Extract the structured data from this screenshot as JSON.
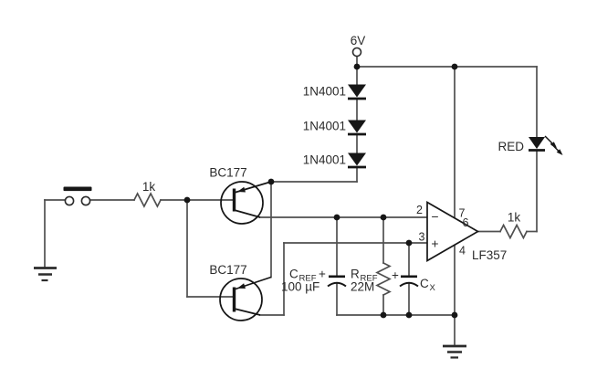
{
  "colors": {
    "background": "#ffffff",
    "wire": "#4f4f4f",
    "component": "#161616",
    "text": "#2b2b2b"
  },
  "sch": {
    "supply": {
      "label": "6V"
    },
    "diodes": [
      {
        "label": "1N4001"
      },
      {
        "label": "1N4001"
      },
      {
        "label": "1N4001"
      }
    ],
    "q1": {
      "label": "BC177"
    },
    "q2": {
      "label": "BC177"
    },
    "r_in": {
      "label": "1k"
    },
    "r_out": {
      "label": "1k"
    },
    "c_ref": {
      "name": "C",
      "sub": "REF",
      "polarity": "+",
      "value": "100 µF"
    },
    "r_ref": {
      "name": "R",
      "sub": "REF",
      "value": "22M"
    },
    "c_x": {
      "name": "C",
      "sub": "X",
      "polarity": "+"
    },
    "opamp": {
      "part": "LF357",
      "minus_sign": "−",
      "plus_sign": "+",
      "pin_inverting": "2",
      "pin_noninverting": "3",
      "pin_vplus": "7",
      "pin_vminus": "4",
      "pin_output": "6"
    },
    "led": {
      "label": "RED"
    }
  }
}
